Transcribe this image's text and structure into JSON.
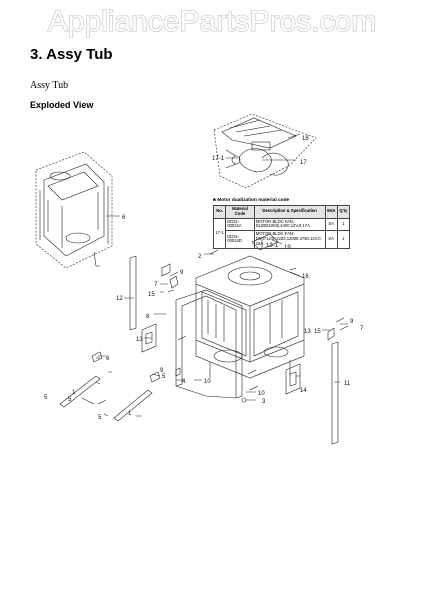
{
  "watermark": "AppliancePartsPros.com",
  "section_title": "3.  Assy Tub",
  "subtitle": "Assy Tub",
  "sub_heading": "Exploded View",
  "table": {
    "title": "Motor dualization material code",
    "headers": [
      "No.",
      "Material Code",
      "Description & Specification",
      "SNA",
      "Q'ty"
    ],
    "row_no": "17-1",
    "rows": [
      {
        "code": "DD31-00024A",
        "desc": "MOTOR BLDC FAN; DLB0610M2,4400,12V,0.17A,",
        "sna": "SA",
        "qty": "1"
      },
      {
        "code": "DD31-00024D",
        "desc": "MOTOR BLDC FAN; DS07121K12Z2,12000,4750,12V,0.16A",
        "sna": "SA",
        "qty": "1"
      }
    ]
  },
  "callouts": {
    "c18": "18",
    "c17_1": "17-1",
    "c17": "17",
    "c6a": "6",
    "c2": "2",
    "c13_1": "13-1",
    "c19": "19",
    "c16": "16",
    "c9a": "9",
    "c7a": "7",
    "c15a": "15",
    "c12": "12",
    "c8": "8",
    "c13": "13",
    "c5a": "5",
    "c6b": "6",
    "c1a": "1",
    "c5b": "5",
    "c4": "4",
    "c10a": "10",
    "c10b": "10",
    "c3": "3",
    "c14": "14",
    "c9b": "9",
    "c15b": "15",
    "c7b": "7",
    "c11": "11",
    "c1b": "1",
    "c5c": "5",
    "c5d": "5",
    "c9c": "9"
  }
}
